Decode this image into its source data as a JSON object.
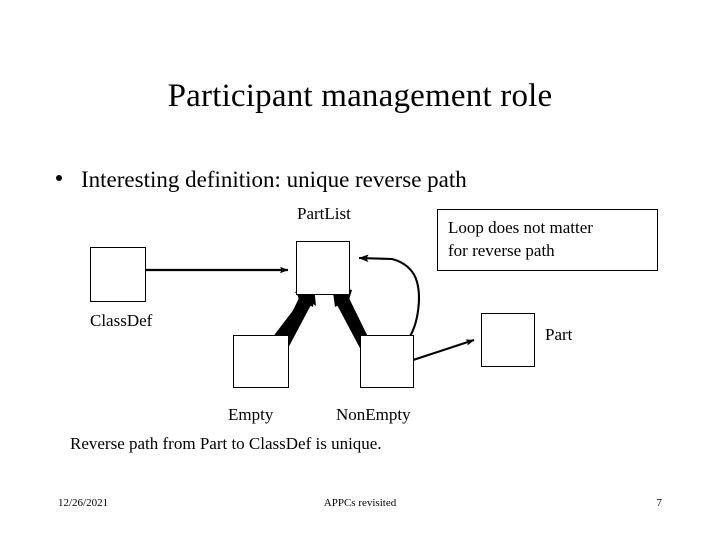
{
  "slide": {
    "title": "Participant management role",
    "bullet": {
      "marker": "bullet-dot",
      "text": "Interesting definition: unique reverse path"
    },
    "callout": {
      "line1": "Loop does not matter",
      "line2": "for reverse path"
    },
    "diagram": {
      "nodes": [
        {
          "id": "classdef",
          "label": "ClassDef",
          "label_pos": "below"
        },
        {
          "id": "partlist",
          "label": "PartList",
          "label_pos": "above"
        },
        {
          "id": "empty",
          "label": "Empty",
          "label_pos": "below"
        },
        {
          "id": "nonempty",
          "label": "NonEmpty",
          "label_pos": "below"
        },
        {
          "id": "part",
          "label": "Part",
          "label_pos": "right"
        }
      ],
      "edges": [
        {
          "from": "classdef",
          "to": "partlist",
          "style": "thin-arrow"
        },
        {
          "from": "empty",
          "to": "partlist",
          "style": "thick-arrow"
        },
        {
          "from": "nonempty",
          "to": "partlist",
          "style": "thick-arrow"
        },
        {
          "from": "nonempty",
          "to": "partlist",
          "style": "curved-loop-arrow"
        },
        {
          "from": "nonempty",
          "to": "part",
          "style": "thin-arrow"
        }
      ]
    },
    "caption": "Reverse path from Part to ClassDef is unique.",
    "footer": {
      "date": "12/26/2021",
      "center": "APPCs revisited",
      "page": "7"
    },
    "colors": {
      "background": "#ffffff",
      "ink": "#000000"
    }
  }
}
